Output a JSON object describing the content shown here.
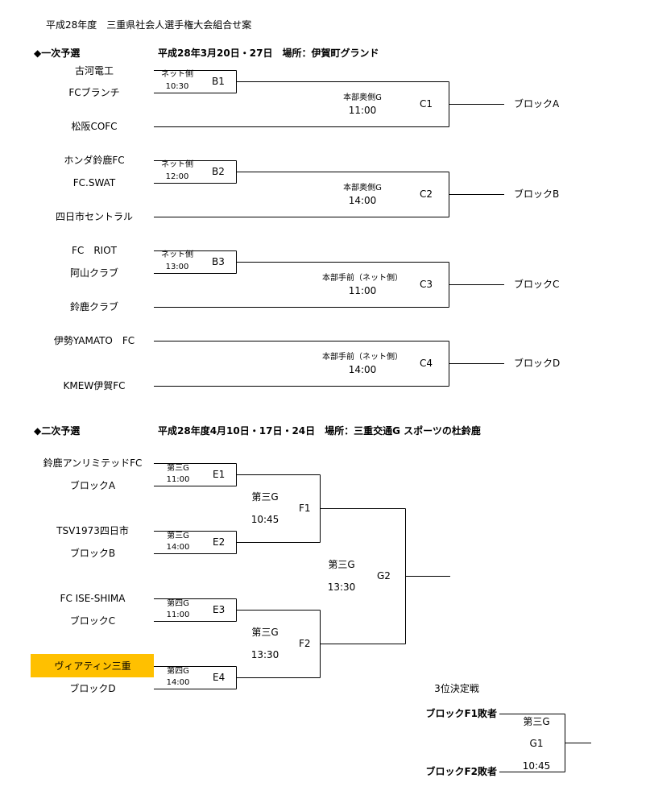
{
  "title": "平成28年度　三重県社会人選手権大会組合せ案",
  "first_round": {
    "heading": "◆一次予選",
    "schedule": "平成28年3月20日・27日　場所：伊賀町グランド",
    "teams": [
      "古河電工",
      "FCブランチ",
      "松阪COFC",
      "ホンダ鈴鹿FC",
      "FC.SWAT",
      "四日市セントラル",
      "FC　RIOT",
      "阿山クラブ",
      "鈴鹿クラブ",
      "伊勢YAMATO　FC",
      "KMEW伊賀FC"
    ],
    "b_matches": [
      {
        "venue": "ネット側",
        "time": "10:30",
        "id": "B1"
      },
      {
        "venue": "ネット側",
        "time": "12:00",
        "id": "B2"
      },
      {
        "venue": "ネット側",
        "time": "13:00",
        "id": "B3"
      }
    ],
    "c_matches": [
      {
        "venue": "本部奥側G",
        "time": "11:00",
        "id": "C1",
        "result": "ブロックA"
      },
      {
        "venue": "本部奥側G",
        "time": "14:00",
        "id": "C2",
        "result": "ブロックB"
      },
      {
        "venue": "本部手前（ネット側）",
        "time": "11:00",
        "id": "C3",
        "result": "ブロックC"
      },
      {
        "venue": "本部手前（ネット側）",
        "time": "14:00",
        "id": "C4",
        "result": "ブロックD"
      }
    ]
  },
  "second_round": {
    "heading": "◆二次予選",
    "schedule": "平成28年度4月10日・17日・24日　場所：三重交通G スポーツの杜鈴鹿",
    "teams": [
      "鈴鹿アンリミテッドFC",
      "ブロックA",
      "TSV1973四日市",
      "ブロックB",
      "FC ISE-SHIMA",
      "ブロックC",
      "ヴィアティン三重",
      "ブロックD"
    ],
    "e_matches": [
      {
        "venue": "第三G",
        "time": "11:00",
        "id": "E1"
      },
      {
        "venue": "第三G",
        "time": "14:00",
        "id": "E2"
      },
      {
        "venue": "第四G",
        "time": "11:00",
        "id": "E3"
      },
      {
        "venue": "第四G",
        "time": "14:00",
        "id": "E4"
      }
    ],
    "f_matches": [
      {
        "venue": "第三G",
        "time": "10:45",
        "id": "F1"
      },
      {
        "venue": "第三G",
        "time": "13:30",
        "id": "F2"
      }
    ],
    "g_match": {
      "venue": "第三G",
      "time": "13:30",
      "id": "G2"
    }
  },
  "third_place": {
    "heading": "3位決定戦",
    "team1": "ブロックF1敗者",
    "team2": "ブロックF2敗者",
    "venue": "第三G",
    "id": "G1",
    "time": "10:45"
  },
  "colors": {
    "highlight": "#ffc000"
  }
}
